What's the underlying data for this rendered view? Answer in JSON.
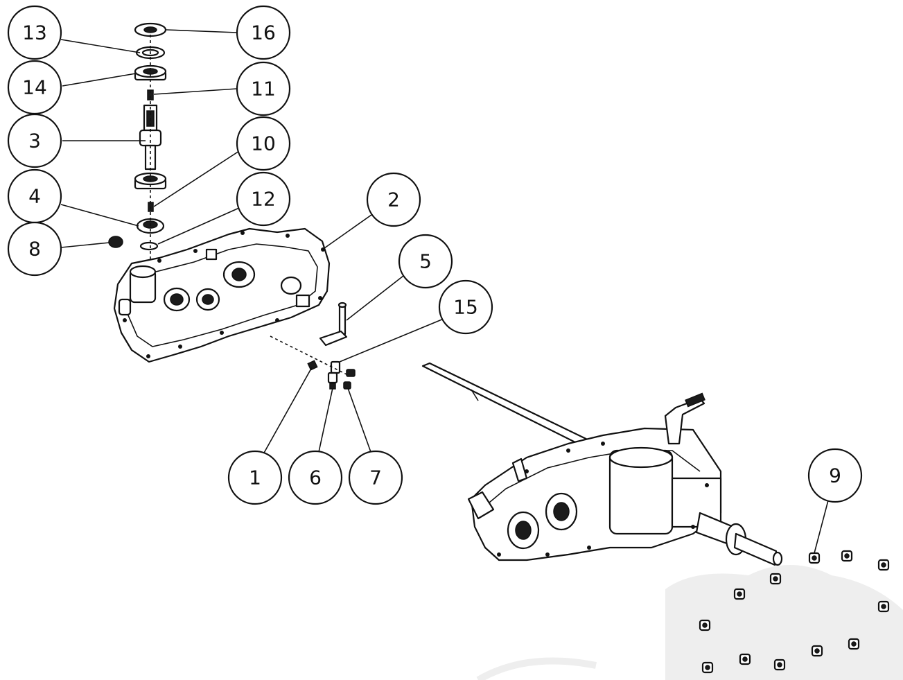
{
  "diagram": {
    "callouts": [
      {
        "id": "c13",
        "label": "13"
      },
      {
        "id": "c14",
        "label": "14"
      },
      {
        "id": "c3",
        "label": "3"
      },
      {
        "id": "c4",
        "label": "4"
      },
      {
        "id": "c8",
        "label": "8"
      },
      {
        "id": "c16",
        "label": "16"
      },
      {
        "id": "c11",
        "label": "11"
      },
      {
        "id": "c10",
        "label": "10"
      },
      {
        "id": "c12",
        "label": "12"
      },
      {
        "id": "c2",
        "label": "2"
      },
      {
        "id": "c5",
        "label": "5"
      },
      {
        "id": "c15",
        "label": "15"
      },
      {
        "id": "c1",
        "label": "1"
      },
      {
        "id": "c6",
        "label": "6"
      },
      {
        "id": "c7",
        "label": "7"
      },
      {
        "id": "c9",
        "label": "9"
      }
    ],
    "colors": {
      "ink": "#111111",
      "background": "#ffffff",
      "watermark": "#eeeeee"
    }
  }
}
